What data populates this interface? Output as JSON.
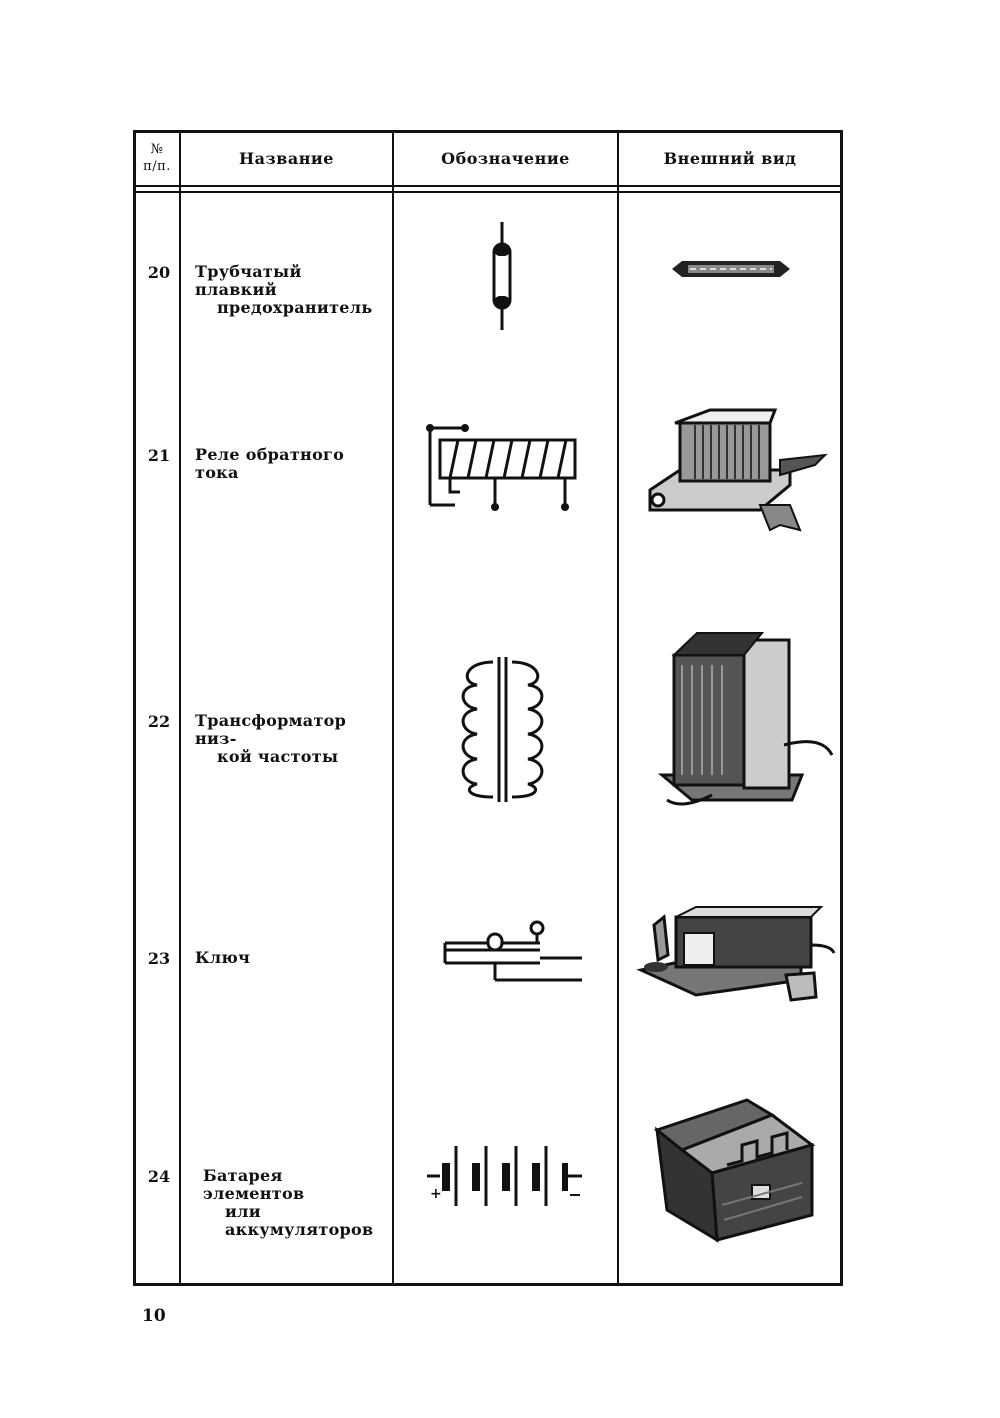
{
  "table": {
    "headers": {
      "number_line1": "№",
      "number_line2": "п/п.",
      "name": "Название",
      "symbol": "Обозначение",
      "appearance": "Внешний вид"
    },
    "rows": [
      {
        "number": "20",
        "name_line1": "Трубчатый плавкий",
        "name_line2": "предохранитель",
        "symbol_icon": "tube-fuse-symbol-icon",
        "picture_icon": "tube-fuse-picture-icon"
      },
      {
        "number": "21",
        "name_line1": "Реле обратного тока",
        "name_line2": "",
        "symbol_icon": "relay-coil-symbol-icon",
        "picture_icon": "relay-picture-icon"
      },
      {
        "number": "22",
        "name_line1": "Трансформатор низ-",
        "name_line2": "кой частоты",
        "symbol_icon": "transformer-symbol-icon",
        "picture_icon": "transformer-picture-icon"
      },
      {
        "number": "23",
        "name_line1": "Ключ",
        "name_line2": "",
        "symbol_icon": "key-switch-symbol-icon",
        "picture_icon": "key-switch-picture-icon"
      },
      {
        "number": "24",
        "name_line1": "Батарея элементов",
        "name_line2": "или аккумуляторов",
        "symbol_icon": "battery-symbol-icon",
        "picture_icon": "battery-box-picture-icon"
      }
    ]
  },
  "page_number": "10"
}
